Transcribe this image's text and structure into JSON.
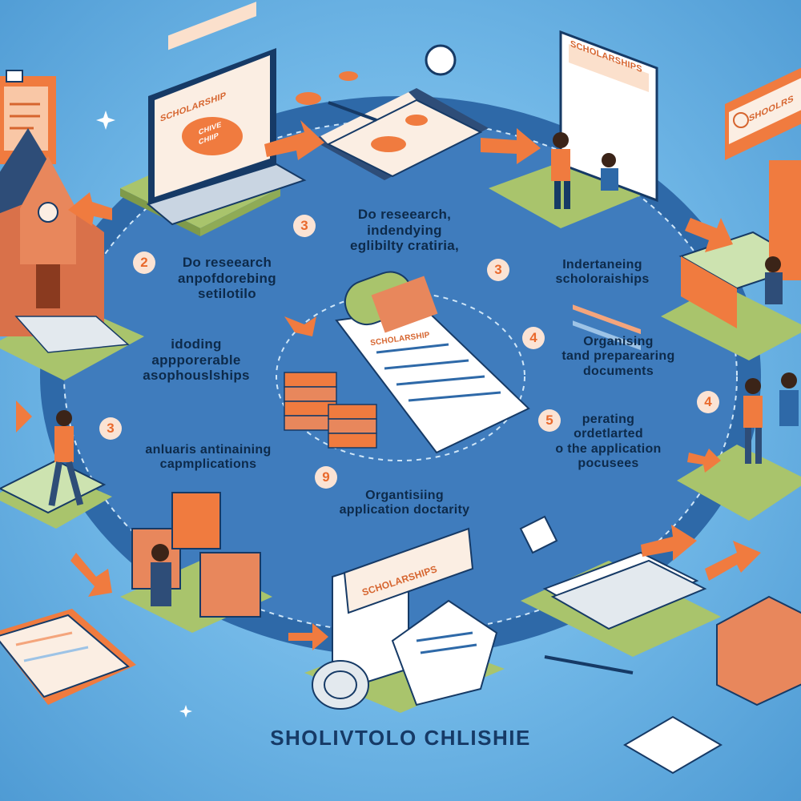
{
  "signs": {
    "laptop_header": "SCHOLARSHIP",
    "laptop_button_line1": "CHIVE",
    "laptop_button_line2": "CHIIP",
    "poster_header": "SCHOLARSHIPS",
    "signboard": "SHOOLRS",
    "scroll_header": "SCHOLARSHIP",
    "folder_header": "SCHOLARSHIPS"
  },
  "steps": [
    {
      "badge": "3",
      "lines": [
        "Do reseearch,",
        "indendying",
        "eglibilty cratiria,"
      ]
    },
    {
      "badge": "2",
      "lines": [
        "Do reseearch",
        "anpofdorebing",
        "setilotilo"
      ]
    },
    {
      "badge": "3",
      "lines": [
        "Indertaneing",
        "scholoraiships"
      ]
    },
    {
      "badge": "",
      "lines": [
        "idoding",
        "appporerable",
        "asophouslships"
      ]
    },
    {
      "badge": "4",
      "lines": [
        "Organising",
        "tand preparearing",
        "documents"
      ]
    },
    {
      "badge": "3",
      "lines": [
        "anluaris antinaining",
        "capmplications"
      ]
    },
    {
      "badge": "5",
      "lines": [
        "perating",
        "ordetlarted",
        "o the application",
        "pocusees"
      ]
    },
    {
      "badge": "9",
      "lines": [
        "Organtisiing",
        "application doctarity"
      ]
    },
    {
      "badge": "4",
      "lines": []
    }
  ],
  "footer": {
    "title": "SHOLIVTOLO CHLISHIE"
  },
  "colors": {
    "accent": "#f07b3f",
    "ring": "#2f6fb0",
    "text": "#0d2a4a",
    "platform": "#a9c46c"
  }
}
